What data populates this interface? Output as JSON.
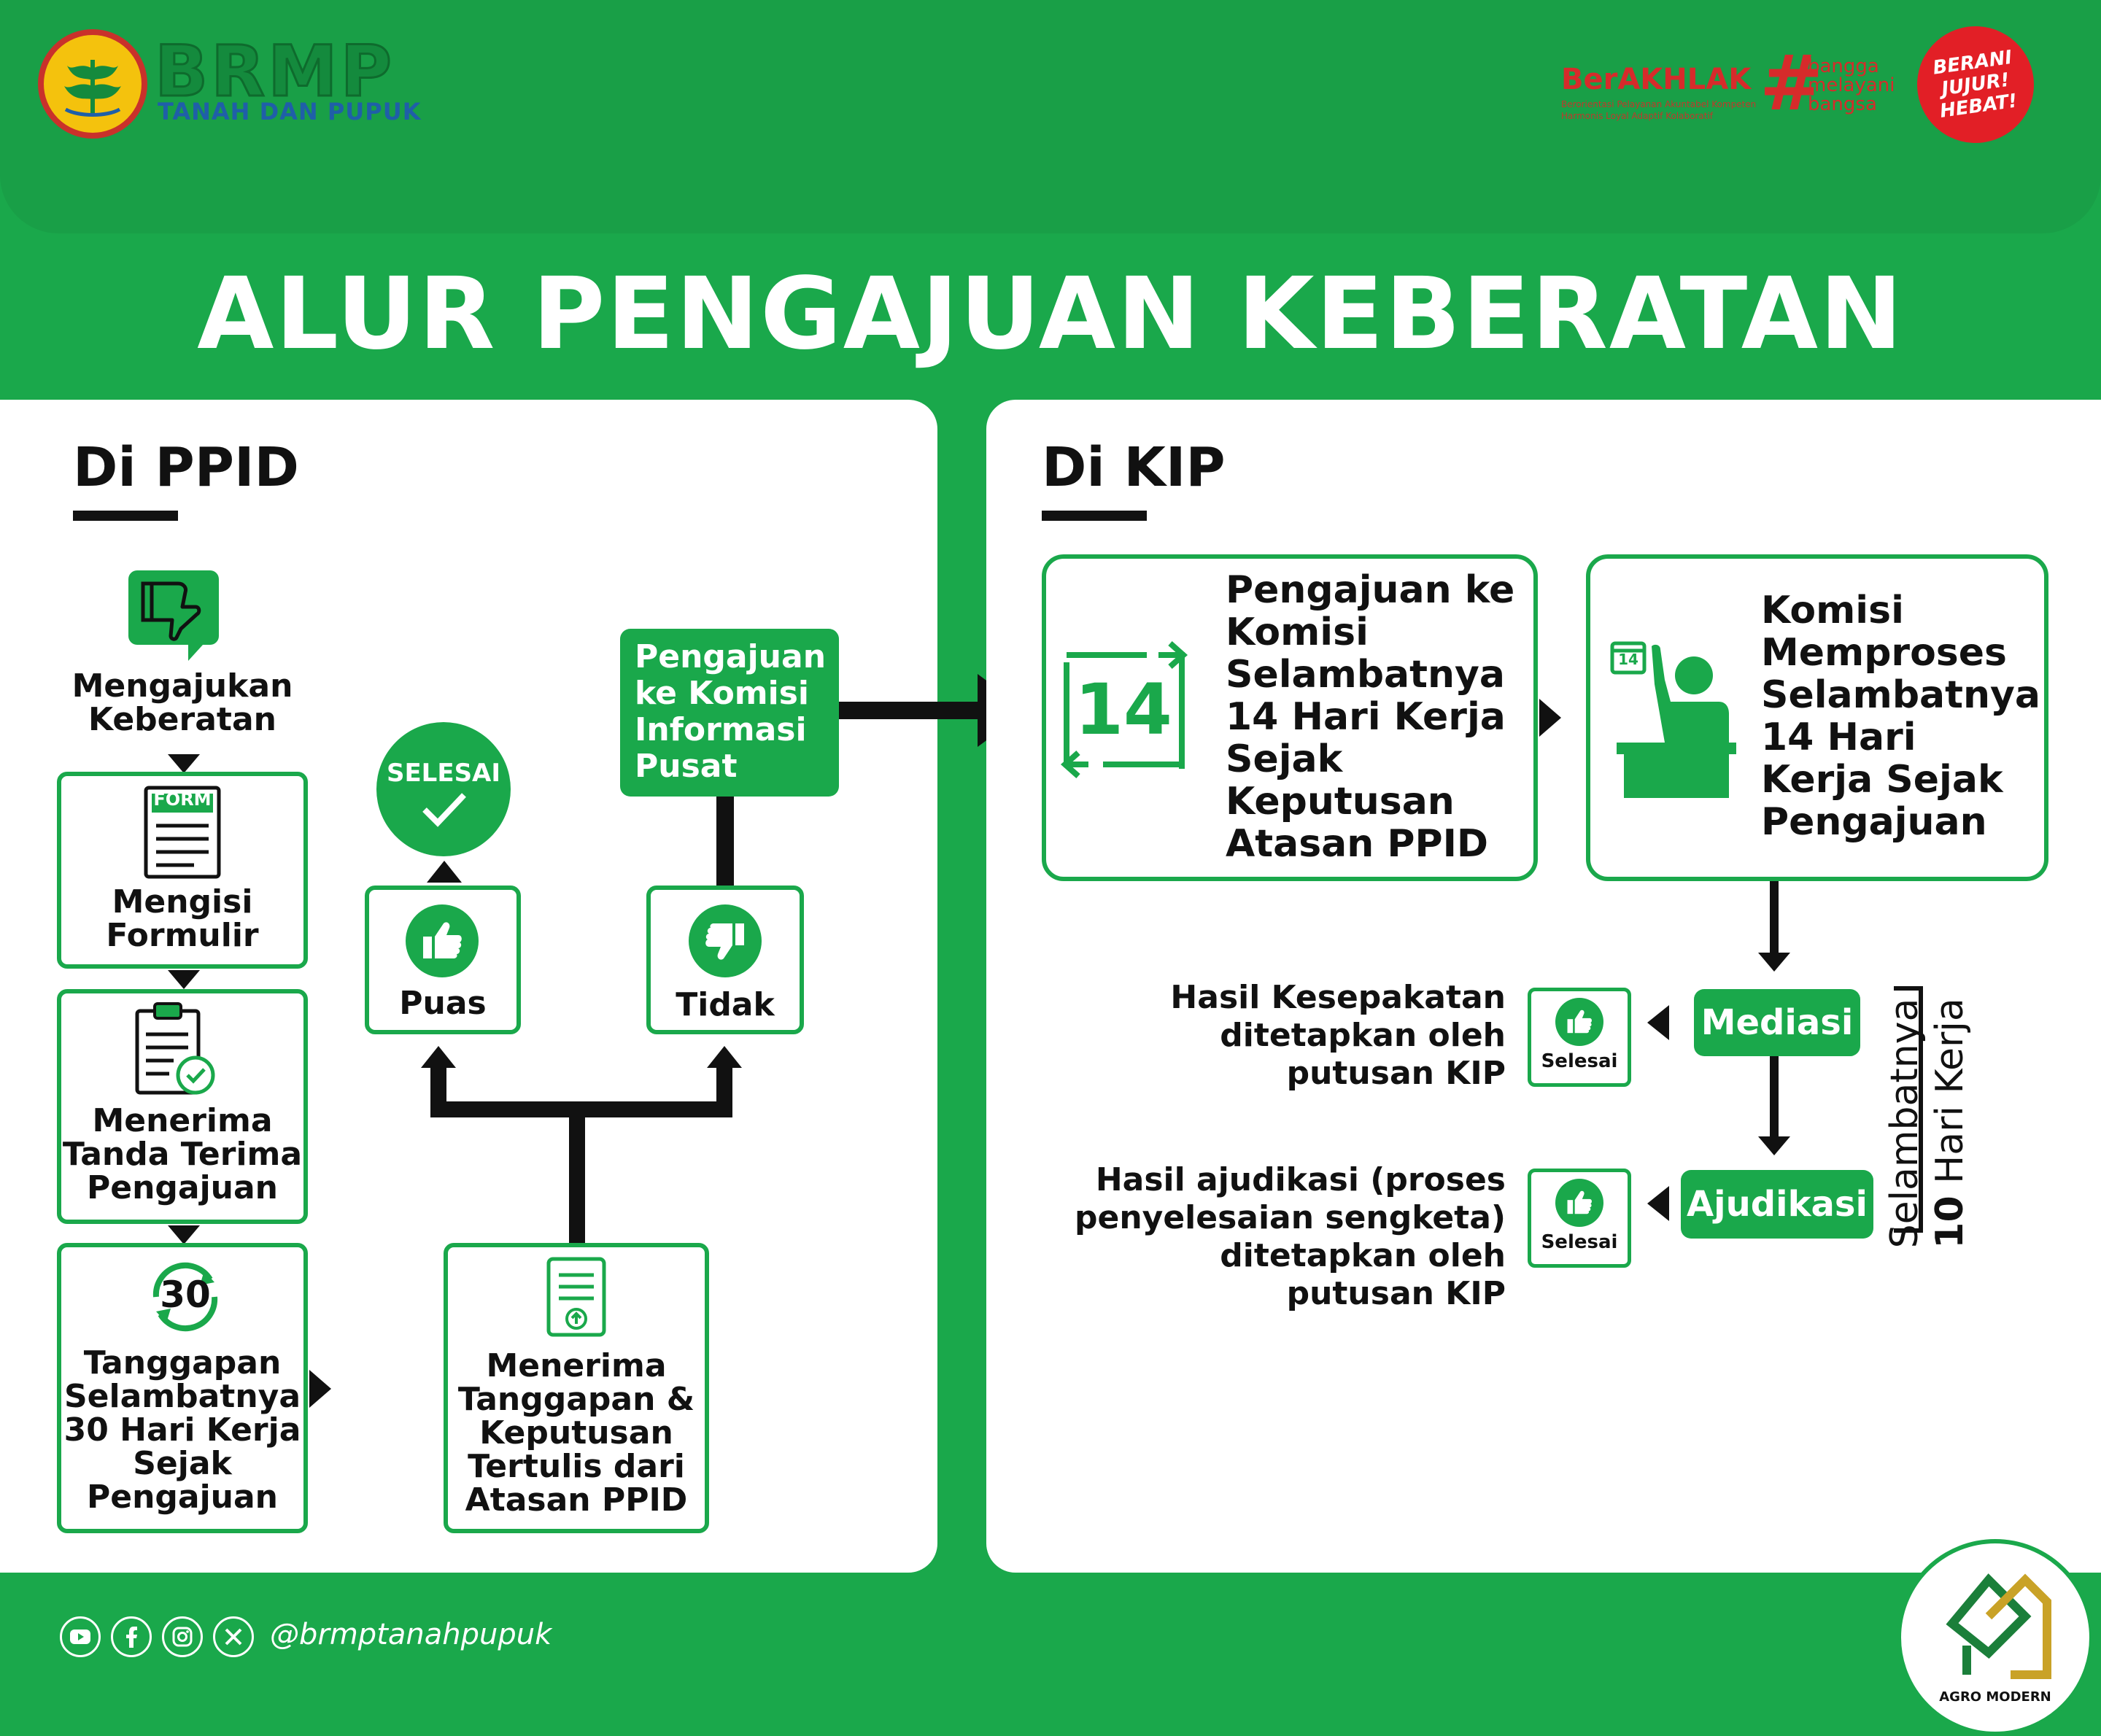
{
  "header": {
    "brand_main": "BRMP",
    "brand_sub": "TANAH DAN PUPUK",
    "berakhlak": "BerAKHLAK",
    "berakhlak_tag1": "Berorientasi Pelayanan Akuntabel Kompeten",
    "berakhlak_tag2": "Harmonis Loyal Adaptif Kolaboratif",
    "hash": "#",
    "bangga_1": "bangga",
    "bangga_2": "melayani",
    "bangga_3": "bangsa",
    "berani_1": "BERANI",
    "berani_2": "JUJUR!",
    "berani_3": "HEBAT!"
  },
  "title": "ALUR PENGAJUAN KEBERATAN",
  "ppid": {
    "heading": "Di PPID",
    "step1": "Mengajukan Keberatan",
    "step2_icon_label": "FORM",
    "step2": "Mengisi Formulir",
    "step3": "Menerima Tanda Terima Pengajuan",
    "step4_icon_label": "30",
    "step4": "Tanggapan Selambatnya 30 Hari Kerja Sejak Pengajuan",
    "receive": "Menerima Tanggapan & Keputusan Tertulis dari Atasan PPID",
    "puas": "Puas",
    "tidak": "Tidak",
    "selesai": "SELESAI",
    "to_komisi": "Pengajuan ke Komisi Informasi Pusat"
  },
  "kip": {
    "heading": "Di KIP",
    "box1_num": "14",
    "box1": "Pengajuan ke Komisi Selambatnya 14 Hari Kerja Sejak Keputusan Atasan PPID",
    "box2_cal": "14",
    "box2": "Komisi Memproses Selambatnya 14 Hari Kerja Sejak Pengajuan",
    "mediasi": "Mediasi",
    "ajudikasi": "Ajudikasi",
    "selesai": "Selesai",
    "mediasi_result": "Hasil Kesepakatan ditetapkan oleh putusan KIP",
    "ajudikasi_result": "Hasil ajudikasi (proses penyelesaian sengketa) ditetapkan oleh putusan KIP",
    "duration_1": "Selambatnya",
    "duration_num": "10",
    "duration_2": " Hari Kerja"
  },
  "footer": {
    "handle": "@brmptanahpupuk",
    "agro": "AGRO MODERN"
  }
}
